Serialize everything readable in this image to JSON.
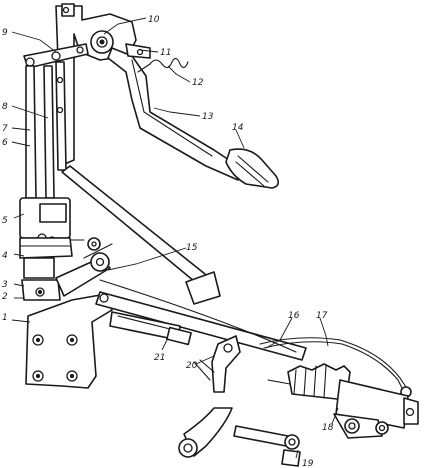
{
  "figure": {
    "callouts": [
      {
        "id": "label-1",
        "text": "1"
      },
      {
        "id": "label-2",
        "text": "2"
      },
      {
        "id": "label-3",
        "text": "3"
      },
      {
        "id": "label-4",
        "text": "4"
      },
      {
        "id": "label-5",
        "text": "5"
      },
      {
        "id": "label-6",
        "text": "6"
      },
      {
        "id": "label-7",
        "text": "7"
      },
      {
        "id": "label-8",
        "text": "8"
      },
      {
        "id": "label-9",
        "text": "9"
      },
      {
        "id": "label-10",
        "text": "10"
      },
      {
        "id": "label-11",
        "text": "11"
      },
      {
        "id": "label-12",
        "text": "12"
      },
      {
        "id": "label-13",
        "text": "13"
      },
      {
        "id": "label-14",
        "text": "14"
      },
      {
        "id": "label-15",
        "text": "15"
      },
      {
        "id": "label-16",
        "text": "16"
      },
      {
        "id": "label-17",
        "text": "17"
      },
      {
        "id": "label-18",
        "text": "18"
      },
      {
        "id": "label-19",
        "text": "19"
      },
      {
        "id": "label-20",
        "text": "20"
      },
      {
        "id": "label-21",
        "text": "21"
      }
    ]
  }
}
